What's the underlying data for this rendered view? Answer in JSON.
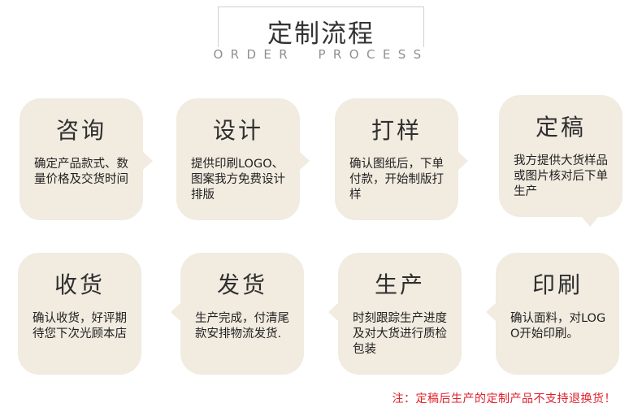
{
  "header": {
    "title": "定制流程",
    "subtitle": "ORDER  PROCESS"
  },
  "steps": [
    {
      "title": "咨询",
      "desc": "确定产品款式、数量价格及交货时间"
    },
    {
      "title": "设计",
      "desc": "提供印刷LOGO、图案我方免费设计排版"
    },
    {
      "title": "打样",
      "desc": "确认图纸后，下单付款，开始制版打样"
    },
    {
      "title": "定稿",
      "desc": "我方提供大货样品或图片核对后下单生产"
    },
    {
      "title": "收货",
      "desc": "确认收货，好评期待您下次光顾本店"
    },
    {
      "title": "发货",
      "desc": "生产完成，付清尾款安排物流发货."
    },
    {
      "title": "生产",
      "desc": "时刻跟踪生产进度及对大货进行质检包装"
    },
    {
      "title": "印刷",
      "desc": "确认面料，对LOGO开始印刷。"
    }
  ],
  "note": "注：定稿后生产的定制产品不支持退换货！",
  "colors": {
    "card_bg": "#f1ebe0",
    "note": "#e0202a"
  }
}
